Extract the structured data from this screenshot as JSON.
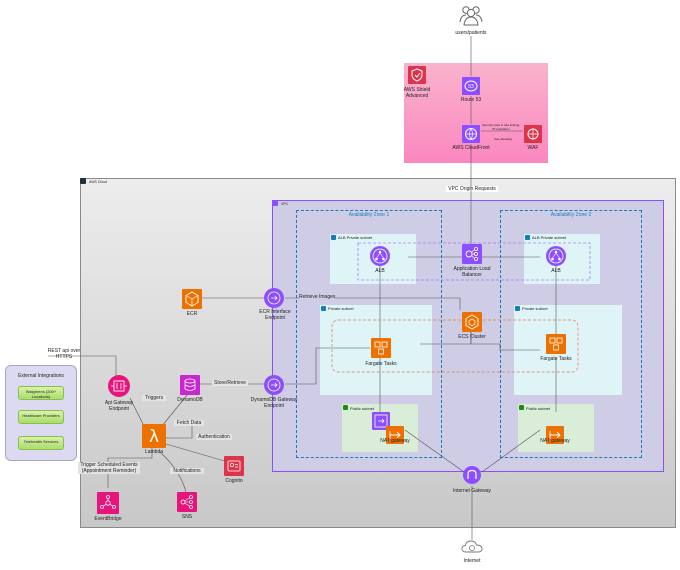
{
  "users": {
    "label": "users/patients"
  },
  "edge": {
    "shield": "AWS Shield Advanced",
    "route53": "Route 53",
    "cloudfront": "AWS CloudFront",
    "waf": "WAF",
    "waf_note_1": "Security rules & rate limiting, IP reputation",
    "waf_note_2": "Geo-blocking"
  },
  "cloud": {
    "label": "AWS Cloud"
  },
  "vpc": {
    "label": "VPC",
    "origin_requests": "VPC Origin Requests"
  },
  "az1": {
    "label": "Availability Zone 1"
  },
  "az2": {
    "label": "Availability Zone 2"
  },
  "alb_subnet": {
    "label": "ALB Private subnet"
  },
  "private_subnet": {
    "label": "Private subnet"
  },
  "public_subnet": {
    "label": "Public subnet"
  },
  "alb": {
    "label": "ALB"
  },
  "app_lb": {
    "label": "Application Load Balancer"
  },
  "ecs_cluster": {
    "label": "ECS Cluster"
  },
  "fargate": {
    "label": "Fargate Tasks"
  },
  "nat": {
    "label": "NAT gateway"
  },
  "igw": {
    "label": "Internet Gateway"
  },
  "internet": {
    "label": "Internet"
  },
  "ecr": {
    "label": "ECR"
  },
  "ecr_endpoint": {
    "label": "ECR Interface Endpoint"
  },
  "retrieve_images": {
    "label": "Retrieve Images"
  },
  "dynamodb_endpoint": {
    "label": "DynamoDB Gateway Endpoint"
  },
  "store_retrieve": {
    "label": "Store/Retrieve"
  },
  "dynamodb": {
    "label": "DynamoDB"
  },
  "api_gateway": {
    "label": "Api Gateway Endpoint"
  },
  "lambda": {
    "label": "Lambda"
  },
  "triggers": {
    "label": "Triggers"
  },
  "fetch_data": {
    "label": "Fetch Data"
  },
  "authentication": {
    "label": "Authentication"
  },
  "cognito": {
    "label": "Cognito"
  },
  "notifications": {
    "label": "Notifications"
  },
  "sns": {
    "label": "SNS"
  },
  "eventbridge": {
    "label": "EventBridge"
  },
  "trigger_note": {
    "label": "Trigger Scheduled Events (Appointment Reminder)"
  },
  "rest_api": {
    "label": "REST api over HTTPS"
  },
  "external": {
    "title": "External Integrations",
    "items": [
      "Walgreens (200+ Locations)",
      "Healthcare Providers",
      "Telehealth Services"
    ]
  },
  "colors": {
    "edge_gradient_top": "#f9b3cc",
    "edge_gradient_bottom": "#fb87c0",
    "cloud_fill": "#d7d7d7",
    "vpc_fill": "#cfcde6",
    "subnet_fill": "#dff4f6",
    "public_subnet_fill": "#d9edd9",
    "route53": "#8c4fff",
    "compute_orange": "#ed7100",
    "database_magenta": "#c925d1",
    "security_red": "#dd344c",
    "integration_pink": "#e7157b",
    "public_green": "#3ca516"
  }
}
